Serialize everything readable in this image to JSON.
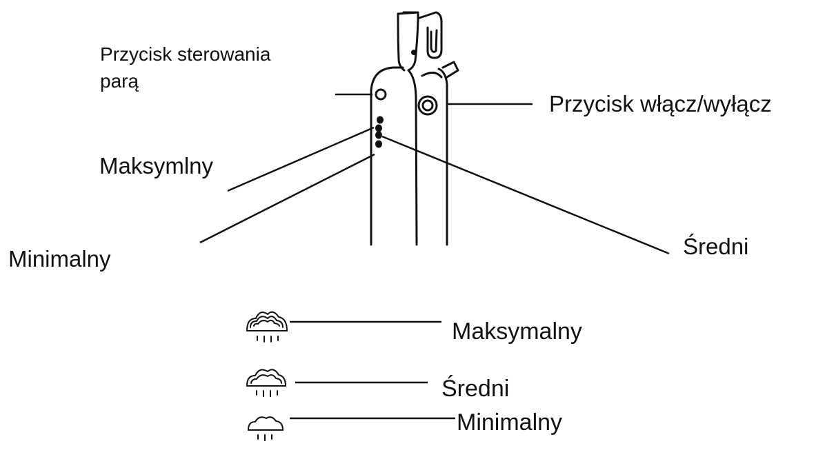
{
  "labels": {
    "steam_button_line1": "Przycisk sterowania",
    "steam_button_line2": "parą",
    "power_button": "Przycisk włącz/wyłącz",
    "max": "Maksymlny",
    "min": "Minimalny",
    "mid": "Średni"
  },
  "legend": {
    "items": [
      {
        "label": "Maksymalny",
        "icon": "steam-max-icon",
        "level": 3
      },
      {
        "label": "Średni",
        "icon": "steam-mid-icon",
        "level": 2
      },
      {
        "label": "Minimalny",
        "icon": "steam-min-icon",
        "level": 1
      }
    ]
  },
  "colors": {
    "ink": "#111111",
    "background": "#ffffff"
  }
}
